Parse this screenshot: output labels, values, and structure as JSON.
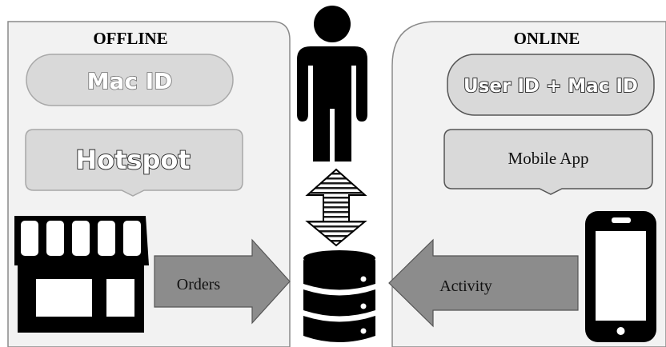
{
  "offline": {
    "title": "OFFLINE",
    "identifier": "Mac ID",
    "channel": "Hotspot",
    "flow_label": "Orders"
  },
  "online": {
    "title": "ONLINE",
    "identifier": "User ID + Mac ID",
    "channel": "Mobile App",
    "flow_label": "Activity"
  },
  "icons": {
    "user": "person-icon",
    "link": "double-arrow-icon",
    "storage": "database-icon",
    "store": "storefront-icon",
    "device": "smartphone-icon"
  },
  "colors": {
    "panel_fill": "#f2f2f2",
    "pill_fill": "#d9d9d9",
    "arrow_fill": "#8c8c8c",
    "icon": "#000000"
  }
}
